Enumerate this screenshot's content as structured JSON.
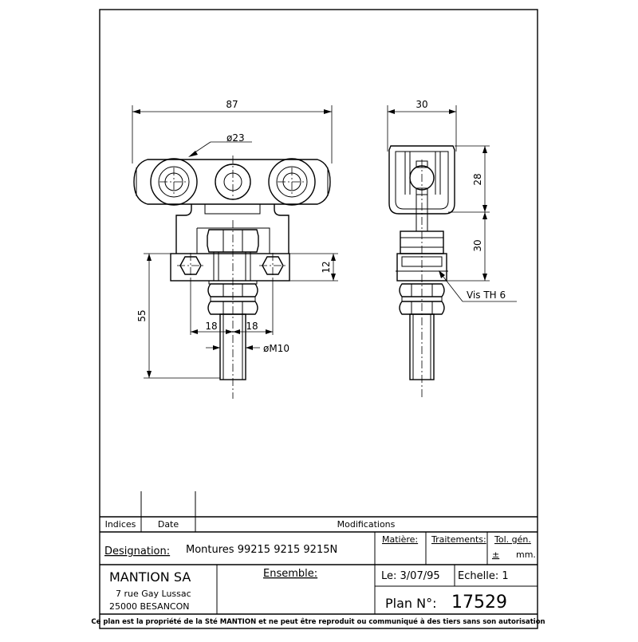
{
  "drawing": {
    "dimensions": {
      "overall_width": "87",
      "wheel_diameter": "ø23",
      "side_width": "30",
      "side_top_height": "28",
      "side_mid_height": "30",
      "plate_thickness": "12",
      "stem_length": "55",
      "half_spacing_left": "18",
      "half_spacing_right": "18",
      "thread": "øM10",
      "screw_callout": "Vis  TH  6"
    }
  },
  "title_block": {
    "indices_label": "Indices",
    "date_label": "Date",
    "modifications_label": "Modifications",
    "designation_label": "Designation:",
    "designation_value": "Montures  99215  9215  9215N",
    "matiere_label": "Matière:",
    "traitements_label": "Traitements:",
    "tol_gen_label": "Tol. gén.",
    "tol_sign": "±",
    "tol_unit": "mm.",
    "company_name": "MANTION  SA",
    "address_line1": "7 rue Gay Lussac",
    "address_line2": "25000  BESANCON",
    "ensemble_label": "Ensemble:",
    "date_field": "Le: 3/07/95",
    "scale_field": "Echelle: 1",
    "plan_label": "Plan  N°:",
    "plan_number": "17529",
    "footer_note": "Ce plan est la propriété de la Sté MANTION et ne peut être reproduit ou communiqué à des tiers sans son autorisation"
  }
}
